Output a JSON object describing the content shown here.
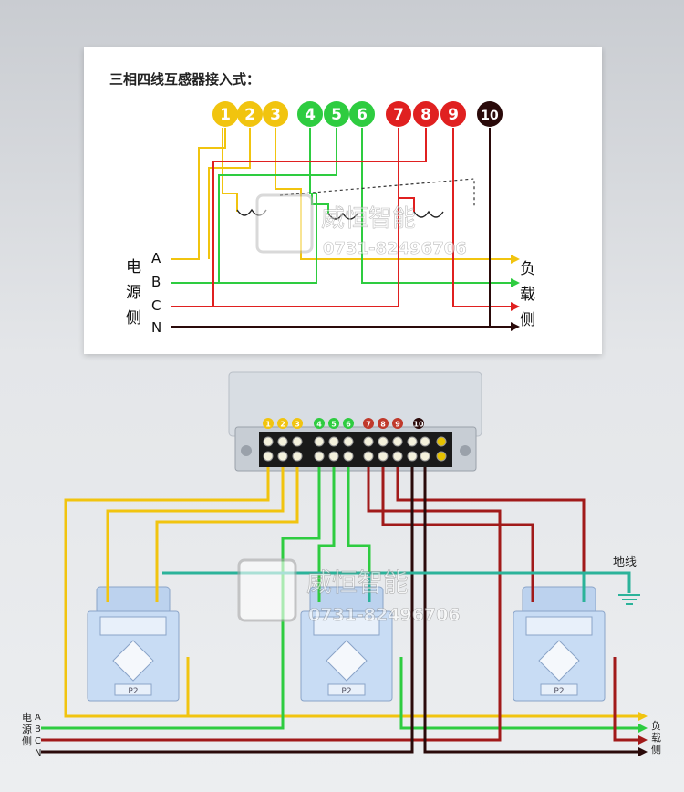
{
  "top": {
    "title": "三相四线互感器接入式：",
    "terminals": [
      {
        "n": "1",
        "color": "#f1c40f"
      },
      {
        "n": "2",
        "color": "#f1c40f"
      },
      {
        "n": "3",
        "color": "#f1c40f"
      },
      {
        "n": "4",
        "color": "#2ecc40"
      },
      {
        "n": "5",
        "color": "#2ecc40"
      },
      {
        "n": "6",
        "color": "#2ecc40"
      },
      {
        "n": "7",
        "color": "#e02020"
      },
      {
        "n": "8",
        "color": "#e02020"
      },
      {
        "n": "9",
        "color": "#e02020"
      },
      {
        "n": "10",
        "color": "#2a0a0a"
      }
    ],
    "phases": [
      "A",
      "B",
      "C",
      "N"
    ],
    "source_label": [
      "电",
      "源",
      "侧"
    ],
    "load_label": [
      "负",
      "载",
      "侧"
    ]
  },
  "bottom": {
    "terminal_numbers": [
      "1",
      "2",
      "3",
      "4",
      "5",
      "6",
      "7",
      "8",
      "9",
      "10"
    ],
    "ground_label": "地线",
    "ct_label": "P2",
    "phases": [
      "A",
      "B",
      "C",
      "N"
    ],
    "source_label": [
      "电",
      "源",
      "侧"
    ],
    "load_label": [
      "负",
      "载",
      "侧"
    ]
  },
  "watermark": {
    "brand": "威恒智能",
    "phone": "0731-82496706"
  },
  "colors": {
    "yellow": "#f1c40f",
    "green": "#2ecc40",
    "red": "#e02020",
    "dark_red": "#a11a1a",
    "black": "#2a0a0a",
    "teal": "#2bb39a"
  }
}
